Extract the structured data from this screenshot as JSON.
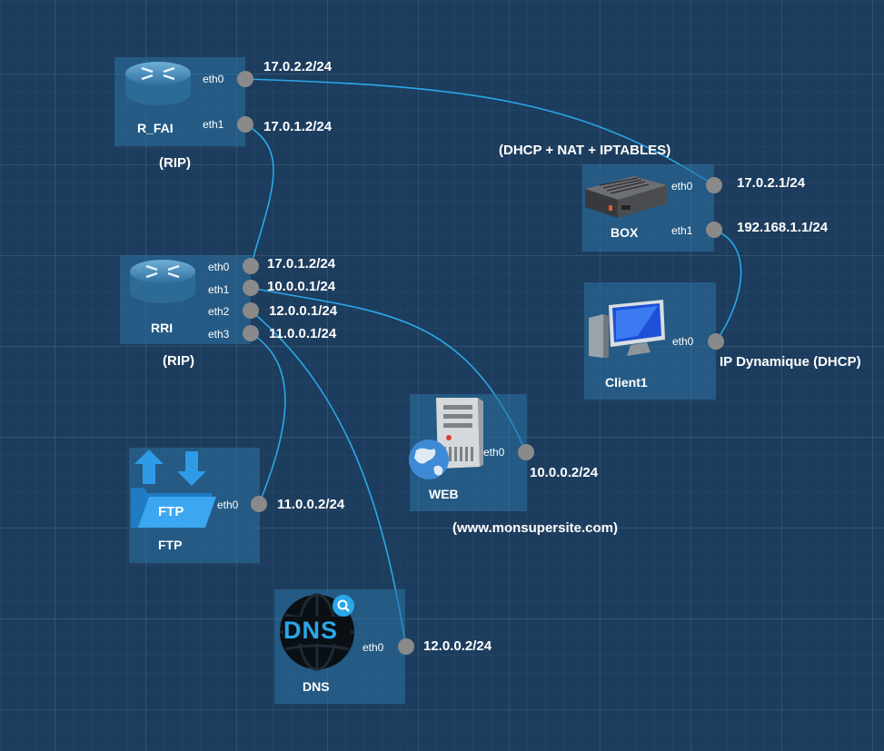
{
  "nodes": {
    "r_fai": {
      "label": "R_FAI",
      "note": "(RIP)",
      "eth0": "eth0",
      "eth1": "eth1",
      "ip0": "17.0.2.2/24",
      "ip1": "17.0.1.2/24"
    },
    "rri": {
      "label": "RRI",
      "note": "(RIP)",
      "eth0": "eth0",
      "eth1": "eth1",
      "eth2": "eth2",
      "eth3": "eth3",
      "ip0": "17.0.1.2/24",
      "ip1": "10.0.0.1/24",
      "ip2": "12.0.0.1/24",
      "ip3": "11.0.0.1/24"
    },
    "box": {
      "label": "BOX",
      "note": "(DHCP + NAT + IPTABLES)",
      "eth0": "eth0",
      "eth1": "eth1",
      "ip0": "17.0.2.1/24",
      "ip1": "192.168.1.1/24"
    },
    "client1": {
      "label": "Client1",
      "eth0": "eth0",
      "ip0": "IP Dynamique (DHCP)"
    },
    "web": {
      "label": "WEB",
      "note": "(www.monsupersite.com)",
      "eth0": "eth0",
      "ip0": "10.0.0.2/24"
    },
    "ftp": {
      "label": "FTP",
      "icon_text": "FTP",
      "eth0": "eth0",
      "ip0": "11.0.0.2/24"
    },
    "dns": {
      "label": "DNS",
      "icon_text": "DNS",
      "eth0": "eth0",
      "ip0": "12.0.0.2/24"
    }
  },
  "colors": {
    "background": "#1d3d5e",
    "node": "#2a73a4",
    "link": "#29a9e8",
    "port": "#8a8a8a"
  },
  "icons": {
    "router": "router-icon",
    "box": "box-device-icon",
    "client": "desktop-computer-icon",
    "web": "web-server-icon",
    "ftp": "ftp-folder-icon",
    "dns": "dns-globe-icon"
  }
}
